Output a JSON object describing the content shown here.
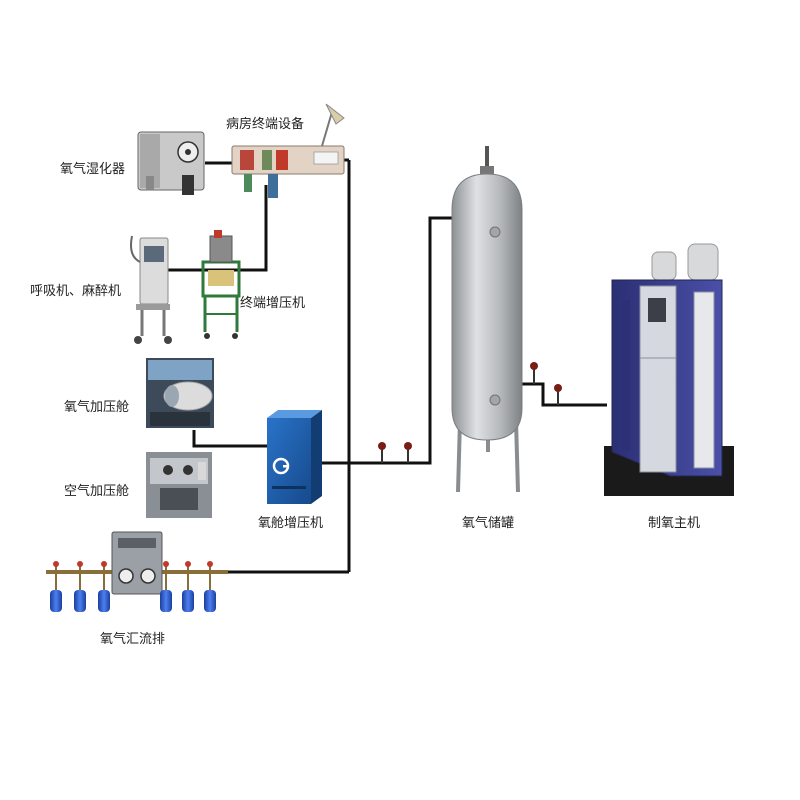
{
  "labels": {
    "ward_terminal": "病房终端设备",
    "humidifier": "氧气湿化器",
    "ventilator": "呼吸机、麻醉机",
    "terminal_booster": "终端增压机",
    "oxygen_chamber": "氧气加压舱",
    "air_chamber": "空气加压舱",
    "chamber_booster": "氧舱增压机",
    "oxygen_tank": "氧气储罐",
    "oxygen_generator": "制氧主机",
    "manifold": "氧气汇流排"
  },
  "colors": {
    "pipe": "#111111",
    "tank": "#b9bcbf",
    "generator": "#3a3f8f",
    "booster": "#1f5fb0",
    "cylinder": "#2d5fd3",
    "valve": "#7a1e14"
  },
  "icons": {
    "valve": "valve-icon",
    "cylinder": "cylinder-icon"
  }
}
